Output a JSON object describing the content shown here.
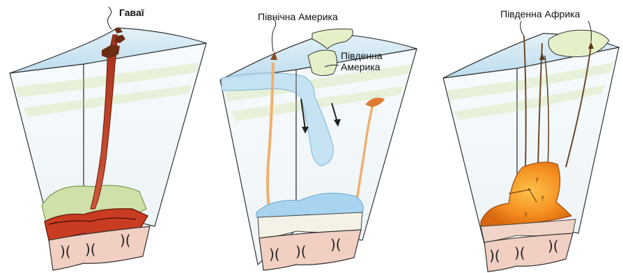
{
  "labels": {
    "hawaii": "Гаваї",
    "north_america": "Північна Америка",
    "south_america_line1": "Південна",
    "south_america_line2": "Америка",
    "south_africa": "Південна Африка"
  },
  "colors": {
    "ocean_top": "#cfe6f3",
    "crust_band": "#e6f2d3",
    "mantle": "#f4f9fc",
    "core_pink": "#f3cfc4",
    "plume_red": "#b63a1f",
    "hawaii_island": "#6b2c12",
    "slab_blue": "#bfe0f2",
    "plume_orange": "#f0b070",
    "blob_orange": "#f08a18",
    "continent_green": "#e6f0c8"
  }
}
